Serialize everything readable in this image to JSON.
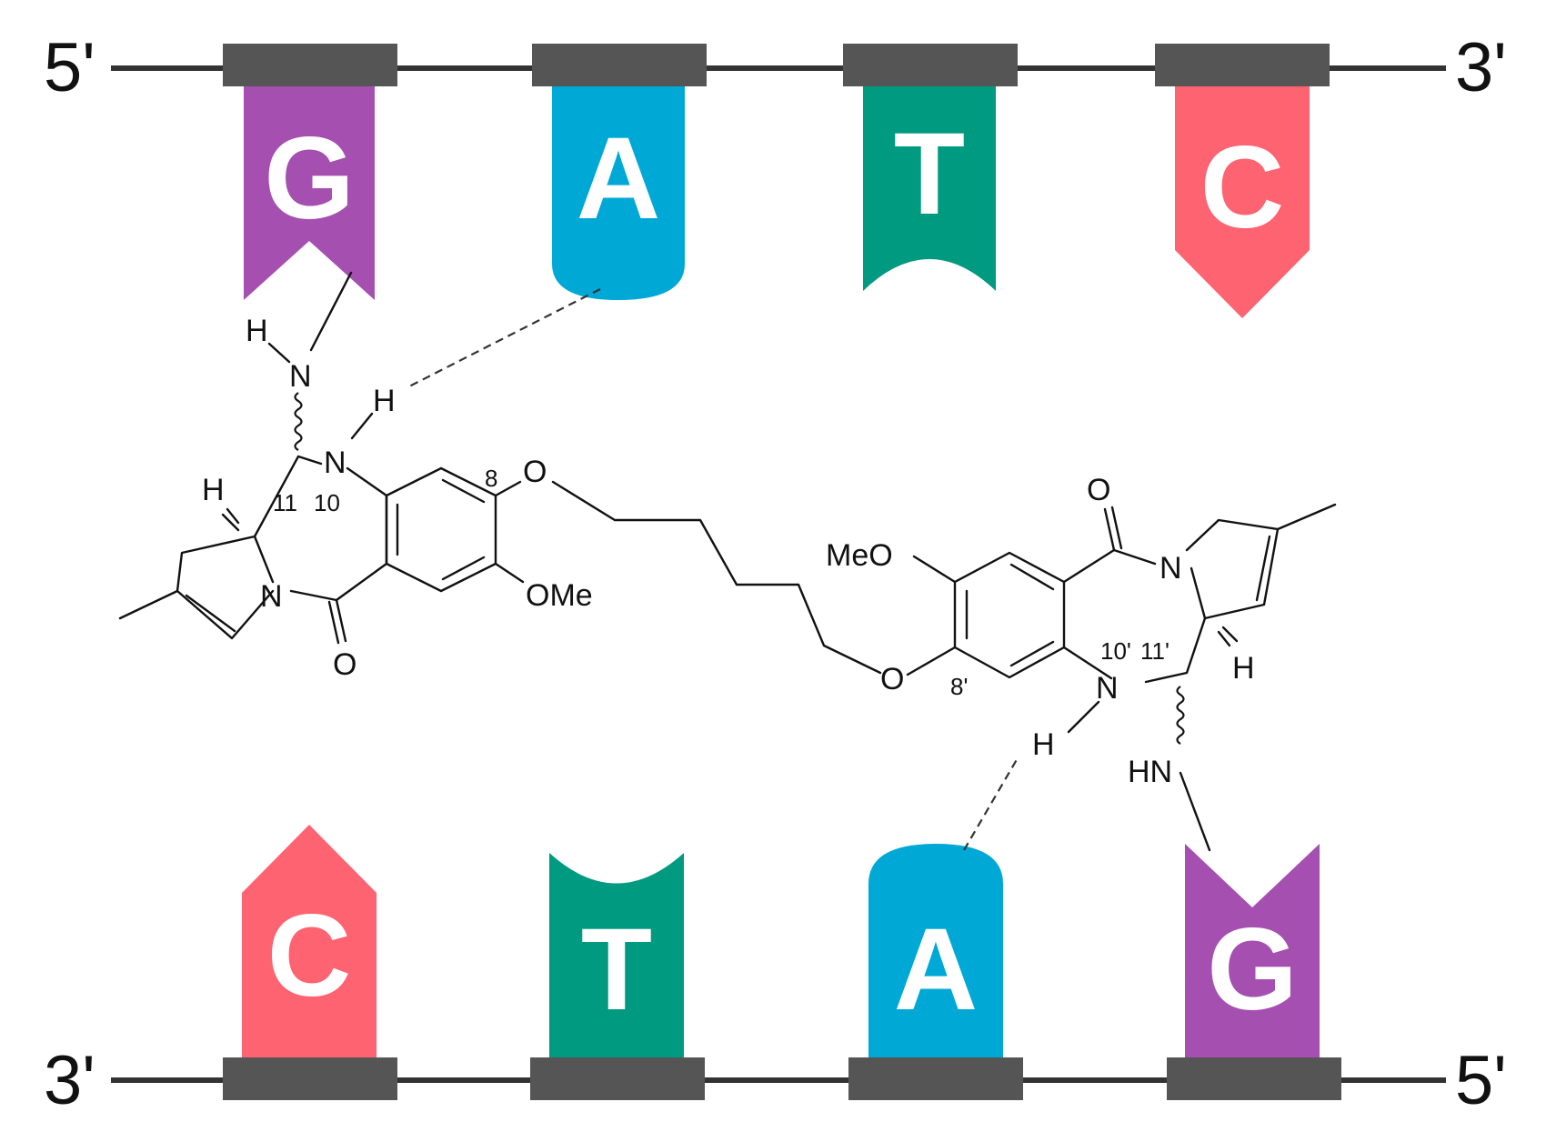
{
  "colors": {
    "G": "#a54fb0",
    "A": "#00a8d6",
    "T": "#009a80",
    "C": "#fd6370",
    "backbone": "#333333",
    "attachment": "#555555"
  },
  "top_strand": {
    "left_end": "5'",
    "right_end": "3'",
    "bases": [
      {
        "letter": "G",
        "shape": "notched"
      },
      {
        "letter": "A",
        "shape": "rounded"
      },
      {
        "letter": "T",
        "shape": "concave"
      },
      {
        "letter": "C",
        "shape": "pointed"
      }
    ]
  },
  "bottom_strand": {
    "left_end": "3'",
    "right_end": "5'",
    "bases": [
      {
        "letter": "C",
        "shape": "pointed"
      },
      {
        "letter": "T",
        "shape": "concave"
      },
      {
        "letter": "A",
        "shape": "rounded"
      },
      {
        "letter": "G",
        "shape": "notched"
      }
    ]
  },
  "molecule": {
    "labels": {
      "h_top": "H",
      "n_top": "N",
      "h_n10": "H",
      "n10": "N",
      "h_c11": "H",
      "n_ring_left": "N",
      "o_carbonyl_left": "O",
      "o_ether_left": "O",
      "ome_left": "OMe",
      "meo_right": "MeO",
      "o_ether_right": "O",
      "o_carbonyl_right": "O",
      "n_ring_right": "N",
      "h_c11p": "H",
      "n10p": "N",
      "h_n10p": "H",
      "hn_bottom": "HN"
    },
    "numbers": {
      "c11": "11",
      "n10": "10",
      "c8": "8",
      "n10p": "10'",
      "c11p": "11'",
      "c8p": "8'"
    }
  }
}
